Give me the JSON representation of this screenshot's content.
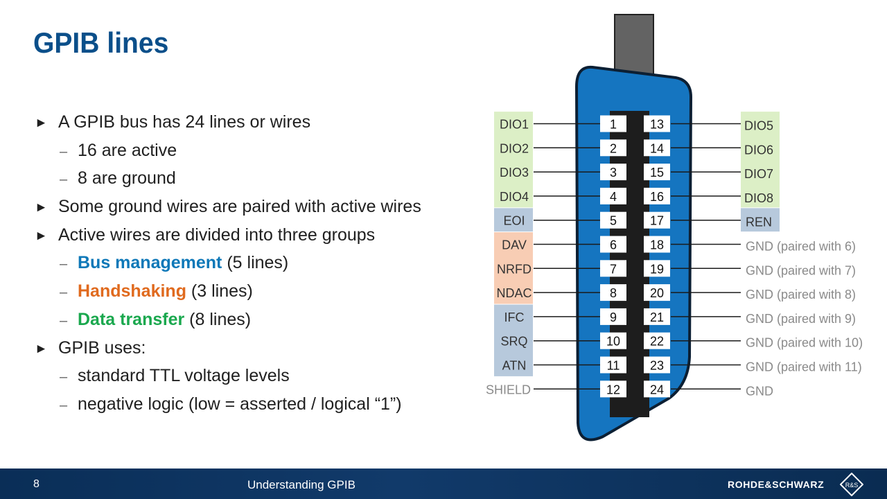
{
  "title": "GPIB lines",
  "bullets": [
    {
      "level": 1,
      "text": "A GPIB bus has 24 lines or wires"
    },
    {
      "level": 2,
      "text": "16 are active"
    },
    {
      "level": 2,
      "text": "8 are ground"
    },
    {
      "level": 1,
      "text": "Some ground wires are paired with active wires"
    },
    {
      "level": 1,
      "text": "Active wires are divided into three groups"
    },
    {
      "level": 2,
      "highlight": "Bus management",
      "rest": " (5 lines)",
      "color": "#0e78b8"
    },
    {
      "level": 2,
      "highlight": "Handshaking",
      "rest": " (3 lines)",
      "color": "#e06a1e"
    },
    {
      "level": 2,
      "highlight": "Data transfer",
      "rest": " (8 lines)",
      "color": "#1aa84e"
    },
    {
      "level": 1,
      "text": "GPIB uses:"
    },
    {
      "level": 2,
      "text": "standard TTL voltage levels"
    },
    {
      "level": 2,
      "text": "negative logic (low = asserted / logical “1”)"
    }
  ],
  "bullet_marker_level1": "►",
  "bullet_marker_level2": "–",
  "colors": {
    "title": "#0b4f8a",
    "connector_blue": "#1575c0",
    "connector_dark": "#1d1d1d",
    "data_group_bg": "#dcefc6",
    "bus_management_bg": "#b7c9dc",
    "handshake_bg": "#f8cdb4",
    "ground_text": "#8a8a8a"
  },
  "connector": {
    "left_pins": [
      {
        "pin": "1",
        "signal": "DIO1",
        "group": "data"
      },
      {
        "pin": "2",
        "signal": "DIO2",
        "group": "data"
      },
      {
        "pin": "3",
        "signal": "DIO3",
        "group": "data"
      },
      {
        "pin": "4",
        "signal": "DIO4",
        "group": "data"
      },
      {
        "pin": "5",
        "signal": "EOI",
        "group": "bus"
      },
      {
        "pin": "6",
        "signal": "DAV",
        "group": "handshake"
      },
      {
        "pin": "7",
        "signal": "NRFD",
        "group": "handshake"
      },
      {
        "pin": "8",
        "signal": "NDAC",
        "group": "handshake"
      },
      {
        "pin": "9",
        "signal": "IFC",
        "group": "bus"
      },
      {
        "pin": "10",
        "signal": "SRQ",
        "group": "bus"
      },
      {
        "pin": "11",
        "signal": "ATN",
        "group": "bus"
      },
      {
        "pin": "12",
        "signal": "SHIELD",
        "group": "ground"
      }
    ],
    "right_pins": [
      {
        "pin": "13",
        "signal": "DIO5",
        "group": "data"
      },
      {
        "pin": "14",
        "signal": "DIO6",
        "group": "data"
      },
      {
        "pin": "15",
        "signal": "DIO7",
        "group": "data"
      },
      {
        "pin": "16",
        "signal": "DIO8",
        "group": "data"
      },
      {
        "pin": "17",
        "signal": "REN",
        "group": "bus"
      },
      {
        "pin": "18",
        "signal": "GND (paired with 6)",
        "group": "ground"
      },
      {
        "pin": "19",
        "signal": "GND (paired with 7)",
        "group": "ground"
      },
      {
        "pin": "20",
        "signal": "GND (paired with 8)",
        "group": "ground"
      },
      {
        "pin": "21",
        "signal": "GND (paired with 9)",
        "group": "ground"
      },
      {
        "pin": "22",
        "signal": "GND (paired with 10)",
        "group": "ground"
      },
      {
        "pin": "23",
        "signal": "GND (paired with 11)",
        "group": "ground"
      },
      {
        "pin": "24",
        "signal": "GND",
        "group": "ground"
      }
    ]
  },
  "footer": {
    "page_number": "8",
    "title": "Understanding GPIB",
    "brand": "ROHDE&SCHWARZ",
    "logo_text": "R&S"
  }
}
